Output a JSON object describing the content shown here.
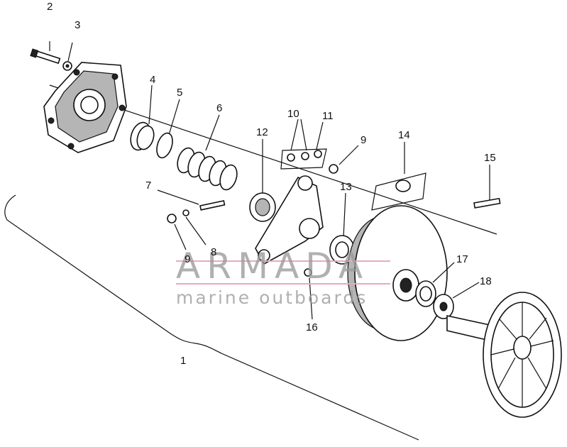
{
  "watermark": {
    "brand": "ARMADA",
    "subtitle": "marine outboards",
    "line_color": "#e8a9c4",
    "text_color": "#9a9a9a"
  },
  "callouts": [
    {
      "id": "c1",
      "label": "1"
    },
    {
      "id": "c2",
      "label": "2"
    },
    {
      "id": "c3",
      "label": "3"
    },
    {
      "id": "c4",
      "label": "4"
    },
    {
      "id": "c5",
      "label": "5"
    },
    {
      "id": "c6",
      "label": "6"
    },
    {
      "id": "c7",
      "label": "7"
    },
    {
      "id": "c8",
      "label": "8"
    },
    {
      "id": "c9a",
      "label": "9"
    },
    {
      "id": "c9b",
      "label": "9"
    },
    {
      "id": "c10",
      "label": "10"
    },
    {
      "id": "c11",
      "label": "11"
    },
    {
      "id": "c12",
      "label": "12"
    },
    {
      "id": "c13",
      "label": "13"
    },
    {
      "id": "c14",
      "label": "14"
    },
    {
      "id": "c15",
      "label": "15"
    },
    {
      "id": "c16",
      "label": "16"
    },
    {
      "id": "c17",
      "label": "17"
    },
    {
      "id": "c18",
      "label": "18"
    }
  ]
}
